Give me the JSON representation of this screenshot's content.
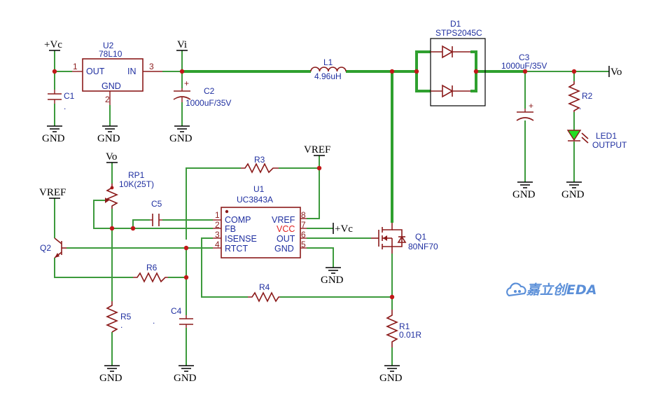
{
  "components": {
    "u2": {
      "ref": "U2",
      "value": "78L10",
      "pin_out": "OUT",
      "pin_in": "IN",
      "pin_gnd": "GND",
      "pin1": "1",
      "pin2": "2",
      "pin3": "3"
    },
    "c1": {
      "ref": "C1",
      "value": "."
    },
    "c2": {
      "ref": "C2",
      "value": "1000uF/35V"
    },
    "l1": {
      "ref": "L1",
      "value": "4.96uH"
    },
    "d1": {
      "ref": "D1",
      "value": "STPS2045C"
    },
    "c3": {
      "ref": "C3",
      "value": "1000uF/35V"
    },
    "r2": {
      "ref": "R2",
      "value": "."
    },
    "led1": {
      "ref": "LED1",
      "value": "OUTPUT"
    },
    "rp1": {
      "ref": "RP1",
      "value": "10K(25T)"
    },
    "r3": {
      "ref": "R3"
    },
    "c5": {
      "ref": "C5"
    },
    "u1": {
      "ref": "U1",
      "value": "UC3843A",
      "pins_left": [
        {
          "num": "1",
          "name": "COMP"
        },
        {
          "num": "2",
          "name": "FB"
        },
        {
          "num": "3",
          "name": "ISENSE"
        },
        {
          "num": "4",
          "name": "RTCT"
        }
      ],
      "pins_right": [
        {
          "num": "8",
          "name": "VREF"
        },
        {
          "num": "7",
          "name": "VCC"
        },
        {
          "num": "6",
          "name": "OUT"
        },
        {
          "num": "5",
          "name": "GND"
        }
      ]
    },
    "q1": {
      "ref": "Q1",
      "value": "80NF70"
    },
    "q2": {
      "ref": "Q2"
    },
    "r6": {
      "ref": "R6"
    },
    "r4": {
      "ref": "R4"
    },
    "r5": {
      "ref": "R5",
      "value": "."
    },
    "c4": {
      "ref": "C4",
      "value": "."
    },
    "r1": {
      "ref": "R1",
      "value": "0.01R"
    }
  },
  "nets": {
    "vc": "+Vc",
    "vi": "Vi",
    "vo": "Vo",
    "vref": "VREF",
    "gnd": "GND"
  },
  "logo": {
    "text": "嘉立创EDA",
    "color": "#5b8fd8"
  },
  "colors": {
    "wire": "#3c9a3c",
    "symbol": "#8b1a1a",
    "label": "#1f2fa0",
    "junction": "#c01818",
    "led_fill": "#22dd22"
  }
}
